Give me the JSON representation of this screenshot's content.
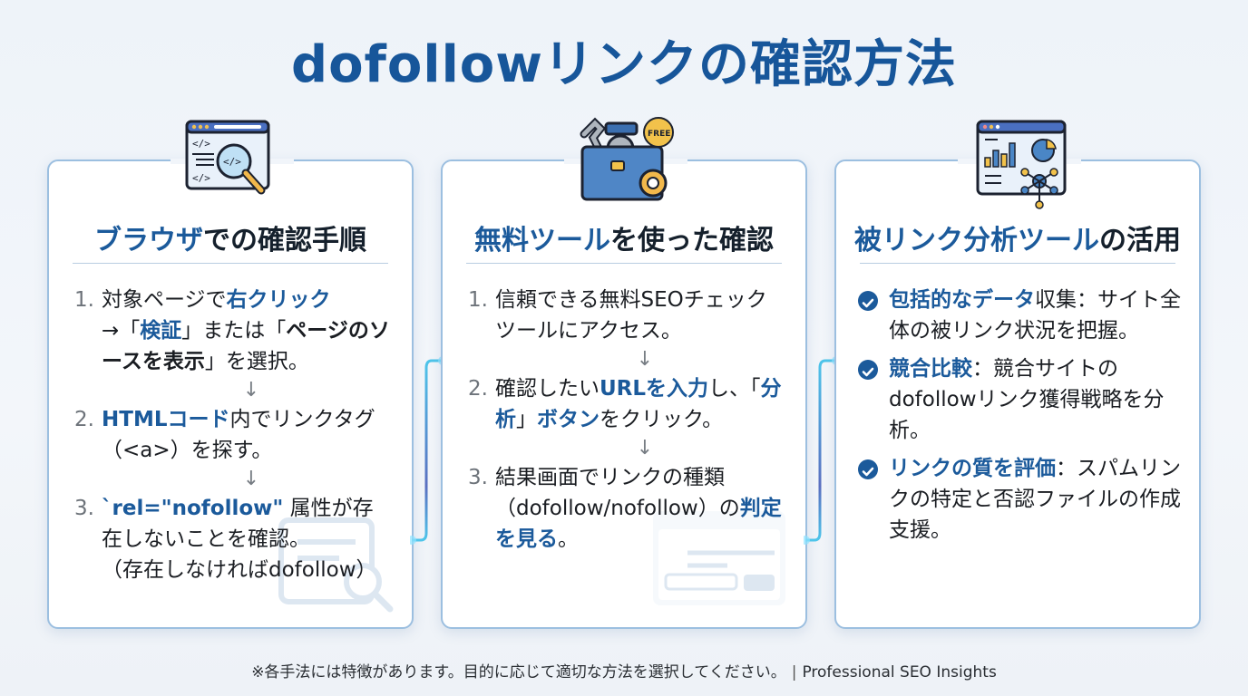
{
  "title": "dofollowリンクの確認方法",
  "colors": {
    "accent": "#1b5a9b",
    "title": "#17569a",
    "card_border": "#9cbfe0",
    "connector": "#4ec5ea"
  },
  "cards": [
    {
      "icon": "code-inspect-magnifier-icon",
      "heading_highlight": "ブラウザ",
      "heading_rest": "での確認手順",
      "steps": [
        {
          "num": "1.",
          "parts": [
            "対象ページで",
            "右クリック",
            "→「",
            "検証",
            "」または「",
            "ページのソースを表示",
            "」を選択。"
          ]
        },
        {
          "num": "2.",
          "parts": [
            "HTMLコード",
            "内でリンクタグ（<a>）を探す。"
          ]
        },
        {
          "num": "3.",
          "parts": [
            "`rel=\"nofollow\"",
            " 属性が存在しないことを確認。",
            "（存在しなければdofollow）"
          ]
        }
      ],
      "arrow": "↓"
    },
    {
      "icon": "toolbox-free-icon",
      "badge": "FREE",
      "heading_highlight": "無料ツール",
      "heading_rest": "を使った確認",
      "steps": [
        {
          "num": "1.",
          "parts": [
            "信頼できる無料SEOチェックツールにアクセス。"
          ]
        },
        {
          "num": "2.",
          "parts": [
            "確認したい",
            "URLを入力",
            "し、「",
            "分析",
            "」",
            "ボタン",
            "をクリック。"
          ]
        },
        {
          "num": "3.",
          "parts": [
            "結果画面でリンクの種類（dofollow/nofollow）の",
            "判定を見る",
            "。"
          ]
        }
      ],
      "arrow": "↓"
    },
    {
      "icon": "analytics-dashboard-icon",
      "heading_highlight": "被リンク分析ツール",
      "heading_rest": "の活用",
      "items": [
        {
          "highlight": "包括的なデータ",
          "rest": "収集：サイト全体の被リンク状況を把握。"
        },
        {
          "highlight": "競合比較",
          "rest": "：競合サイトのdofollowリンク獲得戦略を分析。"
        },
        {
          "highlight": "リンクの質を評価",
          "rest": "：スパムリンクの特定と否認ファイルの作成支援。"
        }
      ]
    }
  ],
  "footer": {
    "note": "※各手法には特徴があります。目的に応じて適切な方法を選択してください。",
    "separator": "|",
    "brand": "Professional SEO Insights"
  }
}
